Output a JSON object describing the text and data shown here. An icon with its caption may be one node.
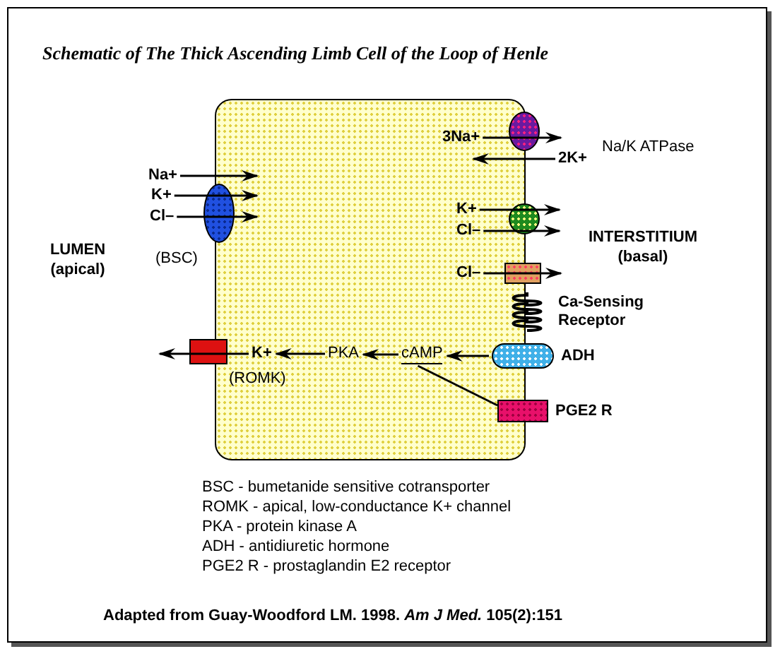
{
  "diagram": {
    "title": "Schematic of The Thick Ascending Limb Cell of the Loop of Henle",
    "nodes": [
      {
        "text": [],
        "shape": "box"
      },
      {
        "text": [
          "Na+"
        ]
      },
      {
        "text": [
          "K+"
        ]
      },
      {
        "text": [
          "Cl–"
        ]
      },
      {
        "text": [],
        "shape": "circle",
        "beside": [
          "(BSC)"
        ]
      },
      {
        "text": [
          "3Na+"
        ],
        "in": 0
      },
      {
        "text": [
          "2K+"
        ]
      },
      {
        "text": [],
        "shape": "circle"
      },
      {
        "text": [
          "K+"
        ],
        "in": 0
      },
      {
        "text": [
          "Cl–"
        ],
        "in": 0
      },
      {
        "text": [],
        "shape": "circle"
      },
      {
        "text": [
          "Cl–"
        ],
        "in": 0
      },
      {
        "text": [],
        "shape": "box"
      },
      {
        "text": [],
        "shape": "coil",
        "beside": [
          "Ca-Sensing Receptor"
        ]
      },
      {
        "text": [],
        "shape": "capsule",
        "beside": [
          "ADH"
        ]
      },
      {
        "text": [],
        "shape": "box",
        "beside": [
          "PGE2 R"
        ]
      },
      {
        "text": [
          "cAMP"
        ],
        "in": 0
      },
      {
        "text": [
          "PKA"
        ],
        "in": 0
      },
      {
        "text": [
          "K+"
        ],
        "in": 0
      },
      {
        "text": [],
        "shape": "box",
        "beside": [
          "(ROMK)"
        ]
      }
    ],
    "edges": [
      {
        "from": 1,
        "to": 4,
        "arrow": "to"
      },
      {
        "from": 2,
        "to": 4,
        "arrow": "to"
      },
      {
        "from": 3,
        "to": 4,
        "arrow": "to"
      },
      {
        "from": 5,
        "to": 7,
        "arrow": "to"
      },
      {
        "from": 6,
        "to": 7,
        "arrow": "to"
      },
      {
        "from": 8,
        "to": 10,
        "arrow": "to"
      },
      {
        "from": 9,
        "to": 10,
        "arrow": "to"
      },
      {
        "from": 11,
        "to": 12,
        "arrow": "to"
      },
      {
        "from": 14,
        "to": 16,
        "arrow": "to"
      },
      {
        "from": 15,
        "to": 16,
        "arrow": "none"
      },
      {
        "from": 16,
        "to": 17,
        "arrow": "to"
      },
      {
        "from": 17,
        "to": 18,
        "arrow": "to"
      },
      {
        "from": 18,
        "to": 19,
        "arrow": "to"
      }
    ],
    "labels": [
      "Na/K ATPase",
      "LUMEN (apical)",
      "INTERSTITIUM (basal)",
      "BSC - bumetanide sensitive cotransporter",
      "ROMK - apical, low-conductance K+ channel",
      "PKA - protein kinase A",
      "ADH - antidiuretic hormone",
      "PGE2 R - prostaglandin E2 receptor",
      "Adapted from Guay-Woodford LM. 1998. *Am J Med.* 105(2):151"
    ]
  }
}
